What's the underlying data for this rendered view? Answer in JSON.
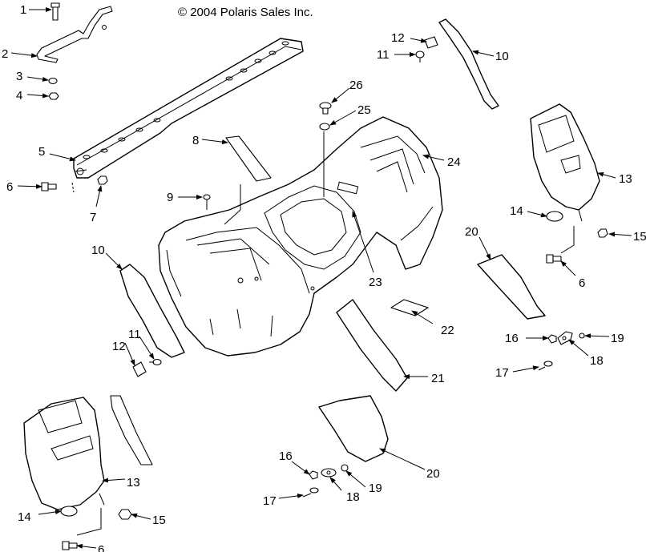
{
  "copyright": "© 2004 Polaris Sales Inc.",
  "callouts": {
    "c1": "1",
    "c2": "2",
    "c3": "3",
    "c4": "4",
    "c5": "5",
    "c6a": "6",
    "c7": "7",
    "c8": "8",
    "c9": "9",
    "c10a": "10",
    "c12a": "12",
    "c11a": "11",
    "c10b": "10",
    "c26": "26",
    "c25": "25",
    "c24": "24",
    "c13a": "13",
    "c14a": "14",
    "c15a": "15",
    "c6b": "6",
    "c20a": "20",
    "c23": "23",
    "c22": "22",
    "c21": "21",
    "c16a": "16",
    "c19a": "19",
    "c18a": "18",
    "c17a": "17",
    "c12b": "12",
    "c11b": "11",
    "c13b": "13",
    "c14b": "14",
    "c15b": "15",
    "c6c": "6",
    "c16b": "16",
    "c17b": "17",
    "c18b": "18",
    "c19b": "19",
    "c20b": "20"
  }
}
